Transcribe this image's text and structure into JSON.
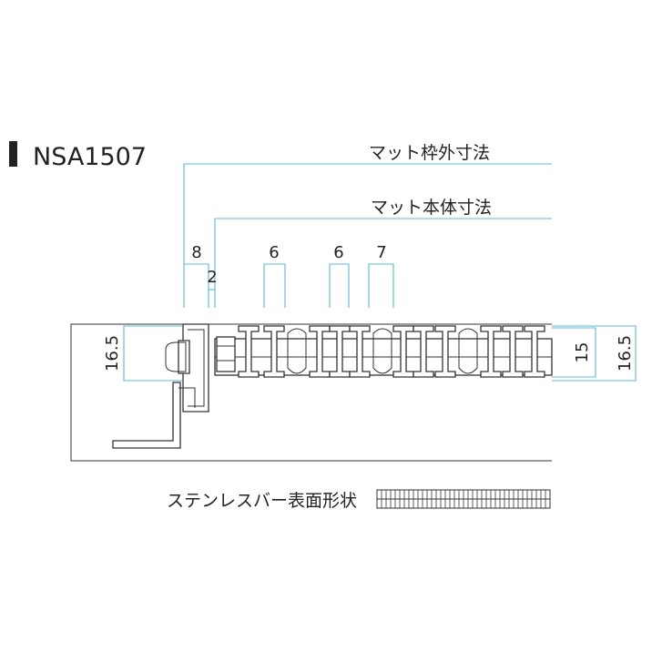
{
  "title": "NSA1507",
  "labels": {
    "frame_outer": "マット枠外寸法",
    "body_outer": "マット本体寸法",
    "surface_shape": "ステンレスバー表面形状"
  },
  "dimensions": {
    "d8": "8",
    "d2": "2",
    "d6a": "6",
    "d6b": "6",
    "d7": "7",
    "left_height": "16.5",
    "right_height_inner": "15",
    "right_height_outer": "16.5"
  },
  "colors": {
    "dimension_line": "#5bb8d4",
    "outline": "#333333"
  }
}
